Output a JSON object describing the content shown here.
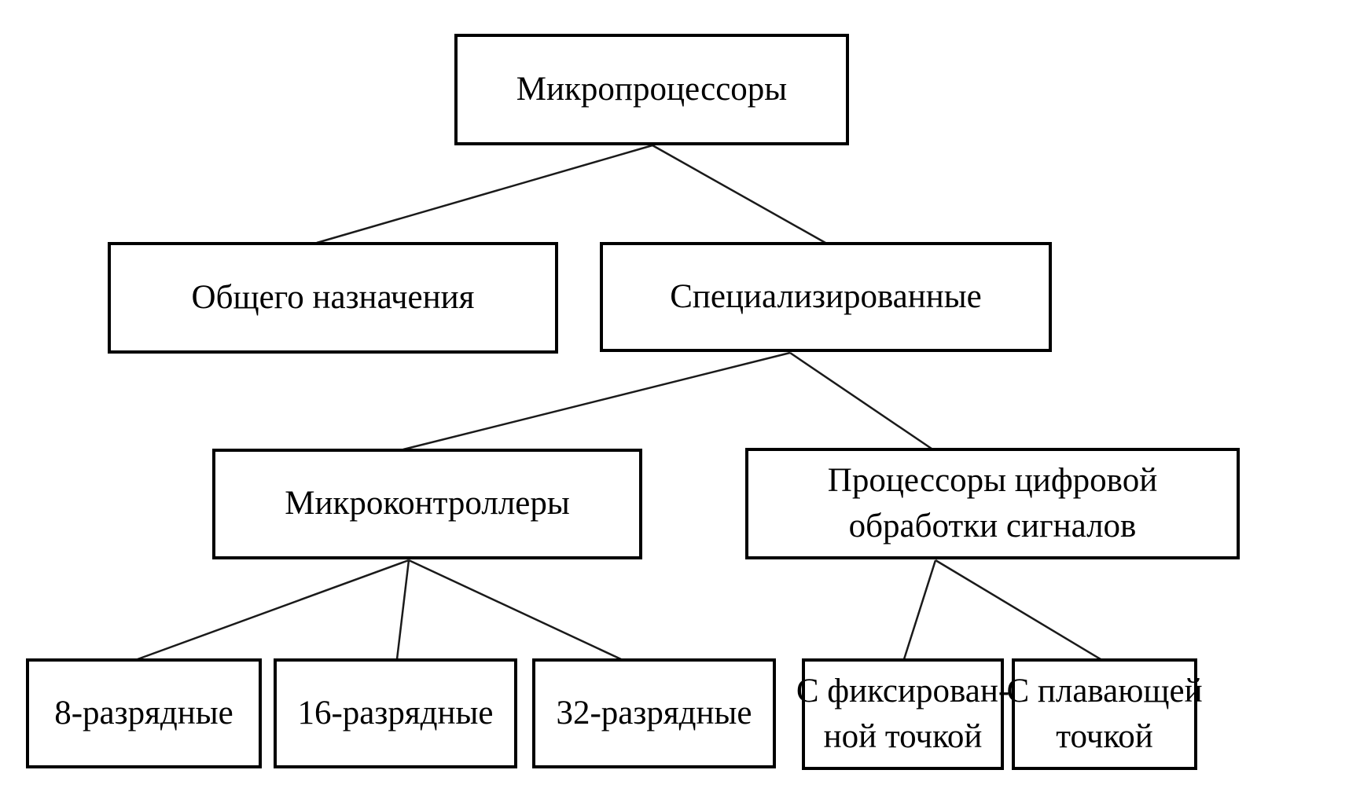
{
  "page": {
    "background_color": "#ffffff",
    "box_border_color": "#000000",
    "line_color": "#1a1a1a",
    "text_color": "#000000"
  },
  "diagram": {
    "type": "tree",
    "nodes": {
      "root": {
        "label": "Микропроцессоры"
      },
      "general_purpose": {
        "label": "Общего назначения"
      },
      "specialized": {
        "label": "Специализированные"
      },
      "microcontrollers": {
        "label": "Микроконтроллеры"
      },
      "dsp": {
        "line1": "Процессоры цифровой",
        "line2": "обработки сигналов"
      },
      "bit8": {
        "label": "8-разрядные"
      },
      "bit16": {
        "label": "16-разрядные"
      },
      "bit32": {
        "label": "32-разрядные"
      },
      "fixed_point": {
        "line1": "С фиксирован-",
        "line2": "ной точкой"
      },
      "floating_point": {
        "line1": "С плавающей",
        "line2": "точкой"
      }
    },
    "edges": [
      {
        "from": "root",
        "to": "general_purpose"
      },
      {
        "from": "root",
        "to": "specialized"
      },
      {
        "from": "specialized",
        "to": "microcontrollers"
      },
      {
        "from": "specialized",
        "to": "dsp"
      },
      {
        "from": "microcontrollers",
        "to": "bit8"
      },
      {
        "from": "microcontrollers",
        "to": "bit16"
      },
      {
        "from": "microcontrollers",
        "to": "bit32"
      },
      {
        "from": "dsp",
        "to": "fixed_point"
      },
      {
        "from": "dsp",
        "to": "floating_point"
      }
    ]
  }
}
